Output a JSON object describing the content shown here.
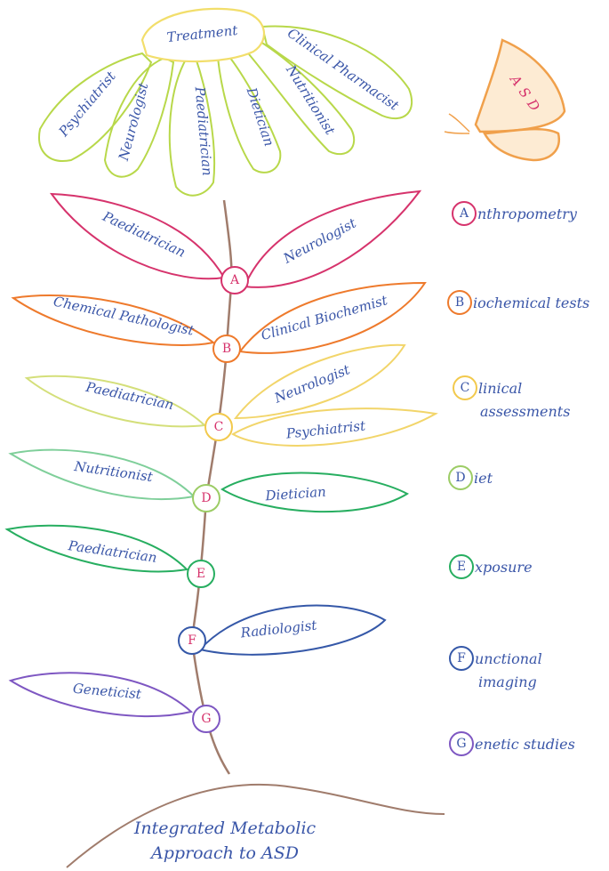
{
  "flower": {
    "center": "Treatment",
    "petals": [
      "Clinical Pharmacist",
      "Nutritionist",
      "Dietician",
      "Paediatrician",
      "Neurologist",
      "Psychiatrist"
    ]
  },
  "butterfly": {
    "label": "ASD"
  },
  "nodes": [
    {
      "letter": "A",
      "color": "#d6336c",
      "left_leaf": "Paediatrician",
      "right_leaf": "Neurologist"
    },
    {
      "letter": "B",
      "color": "#ee7a2c",
      "left_leaf": "Chemical Pathologist",
      "right_leaf": "Clinical Biochemist"
    },
    {
      "letter": "C",
      "color": "#f2c94c",
      "left_leaf": "Paediatrician",
      "right_leaf": "Neurologist",
      "right_leaf_2": "Psychiatrist"
    },
    {
      "letter": "D",
      "color": "#9ccc65",
      "left_leaf": "Nutritionist",
      "right_leaf": "Dietician"
    },
    {
      "letter": "E",
      "color": "#27ae60",
      "left_leaf": "Paediatrician"
    },
    {
      "letter": "F",
      "color": "#3558a8",
      "right_leaf": "Radiologist"
    },
    {
      "letter": "G",
      "color": "#7e57c2",
      "left_leaf": "Geneticist"
    }
  ],
  "legend": [
    {
      "letter": "A",
      "text": "nthropometry"
    },
    {
      "letter": "B",
      "text": "iochemical tests"
    },
    {
      "letter": "C",
      "text": "linical",
      "text2": "assessments"
    },
    {
      "letter": "D",
      "text": "iet"
    },
    {
      "letter": "E",
      "text": "xposure"
    },
    {
      "letter": "F",
      "text": "unctional",
      "text2": "imaging"
    },
    {
      "letter": "G",
      "text": "enetic studies"
    }
  ],
  "ground": {
    "line1": "Integrated Metabolic",
    "line2": "Approach to ASD"
  }
}
